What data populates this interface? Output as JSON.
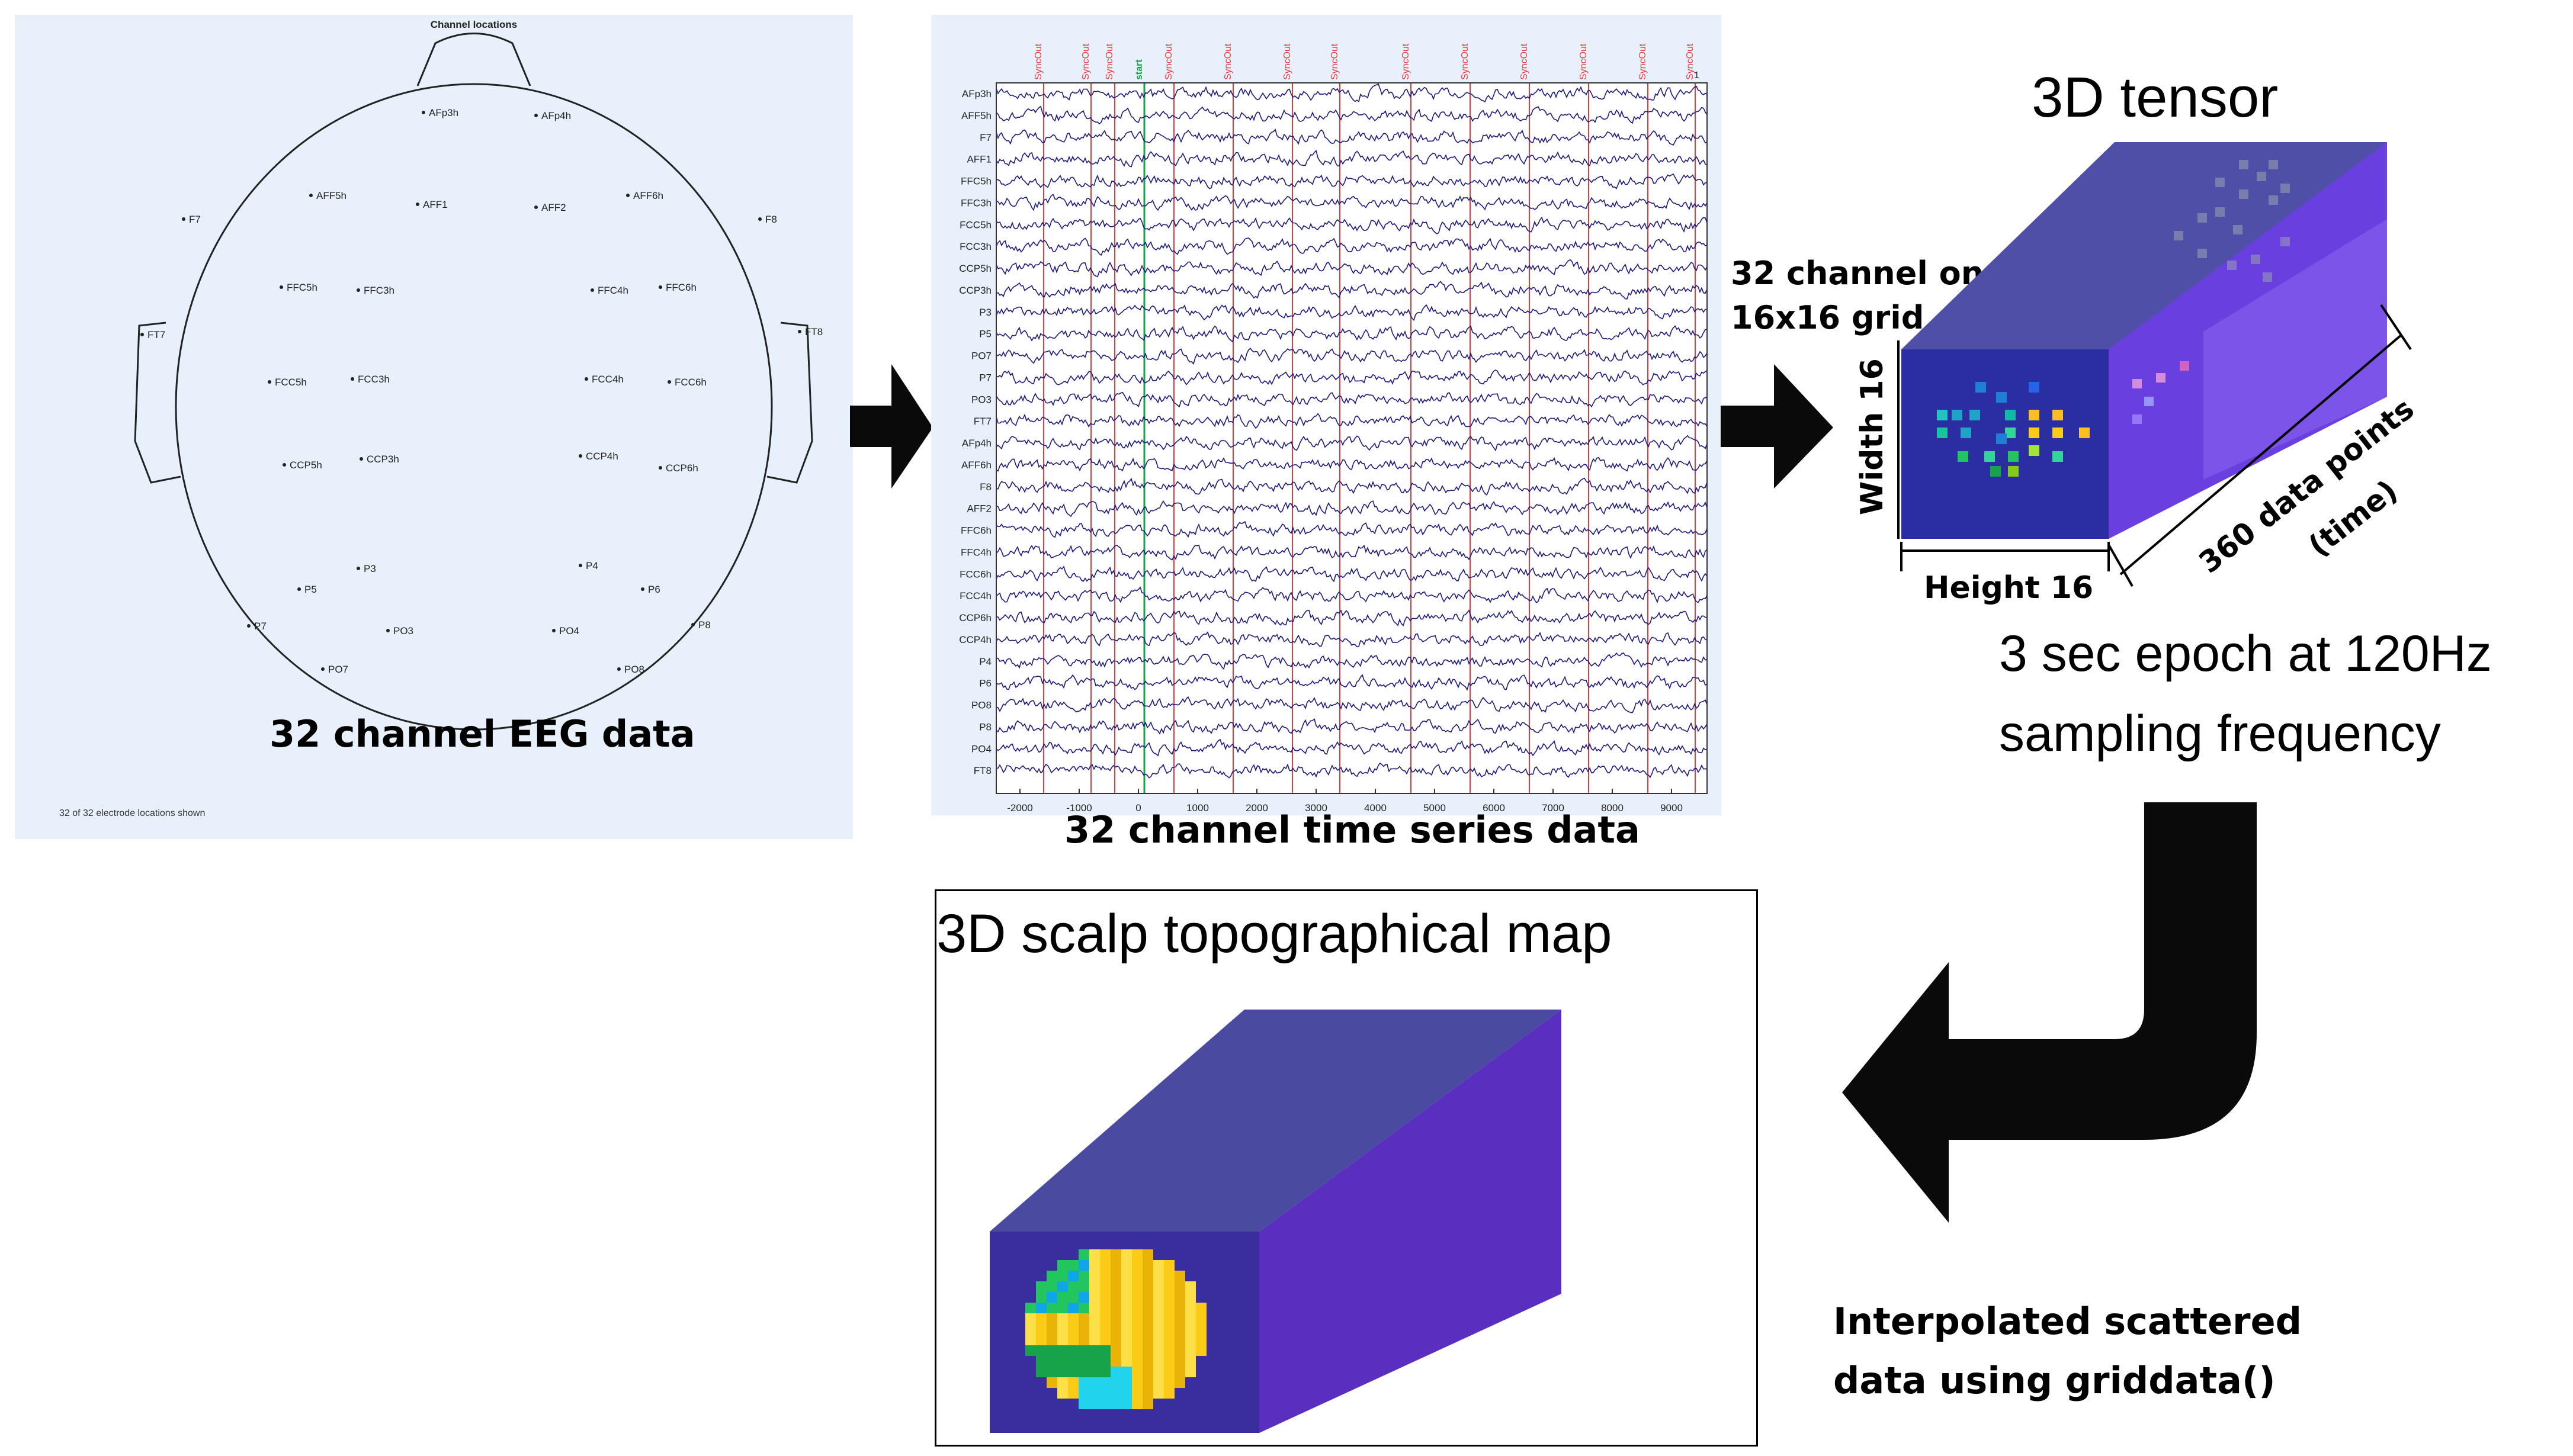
{
  "eeg_panel": {
    "title": "Channel locations",
    "footer": "32 of 32 electrode locations shown",
    "caption": "32 channel EEG data",
    "electrodes": [
      "AFp3h",
      "AFp4h",
      "F7",
      "AFF5h",
      "AFF1",
      "AFF2",
      "AFF6h",
      "F8",
      "FFC5h",
      "FFC3h",
      "FFC4h",
      "FFC6h",
      "FT7",
      "FT8",
      "FCC5h",
      "FCC3h",
      "FCC4h",
      "FCC6h",
      "CCP5h",
      "CCP3h",
      "CCP4h",
      "CCP6h",
      "P3",
      "P4",
      "P5",
      "P6",
      "P7",
      "P8",
      "PO3",
      "PO4",
      "PO7",
      "PO8"
    ]
  },
  "timeseries_panel": {
    "caption": "32 channel time series data",
    "channels": [
      "AFp3h",
      "AFF5h",
      "F7",
      "AFF1",
      "FFC5h",
      "FFC3h",
      "FCC5h",
      "FCC3h",
      "CCP5h",
      "CCP3h",
      "P3",
      "P5",
      "PO7",
      "P7",
      "PO3",
      "FT7",
      "AFp4h",
      "AFF6h",
      "F8",
      "AFF2",
      "FFC6h",
      "FFC4h",
      "FCC6h",
      "FCC4h",
      "CCP6h",
      "CCP4h",
      "P4",
      "P6",
      "PO8",
      "P8",
      "PO4",
      "FT8"
    ],
    "x_ticks": [
      "-2000",
      "-1000",
      "0",
      "1000",
      "2000",
      "3000",
      "4000",
      "5000",
      "6000",
      "7000",
      "8000",
      "9000"
    ],
    "event_label": "SyncOut",
    "start_label": "start",
    "corner_label": "1",
    "colors": {
      "trace": "#1e1a7a",
      "event": "#e23b3b",
      "start": "#16a34a"
    }
  },
  "tensor": {
    "title": "3D tensor",
    "grid_label_line1": "32 channel on a",
    "grid_label_line2": "16x16 grid",
    "width_label": "Width 16",
    "height_label": "Height 16",
    "depth_label_line1": "360 data points",
    "depth_label_line2": "(time)",
    "epoch_line1": "3 sec epoch at 120Hz",
    "epoch_line2": "sampling frequency",
    "colors": {
      "front": "#2b2ea0",
      "top": "#4f4fa8",
      "side": "#6a3fe0"
    }
  },
  "interp_label_line1": "Interpolated scattered",
  "interp_label_line2": "data using griddata()",
  "topomap": {
    "title": "3D scalp topographical map",
    "colors": {
      "front": "#3a2d9e",
      "top": "#4a4aa0",
      "side": "#5a2fc0"
    }
  }
}
